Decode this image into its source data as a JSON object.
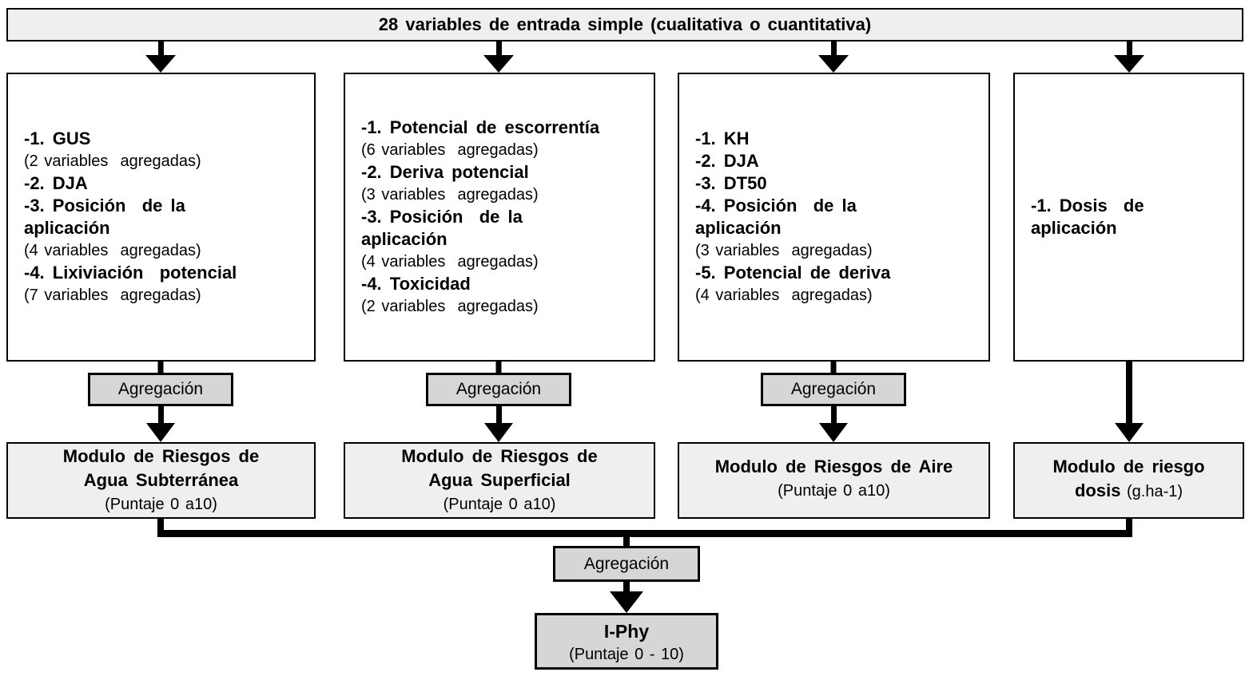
{
  "banner": {
    "text": "28 variables de entrada simple (cualitativa o cuantitativa)"
  },
  "aggregation_label": "Agregación",
  "input_boxes": {
    "groundwater": {
      "lines": [
        "-1. GUS",
        "(2 variables  agregadas)",
        "-2. DJA",
        "-3. Posición  de la",
        "aplicación",
        "(4 variables  agregadas)",
        "-4. Lixiviación  potencial",
        "(7 variables  agregadas)"
      ]
    },
    "surface_water": {
      "lines": [
        "-1. Potencial de escorrentía",
        "(6 variables  agregadas)",
        "-2. Deriva potencial",
        "(3 variables  agregadas)",
        "-3. Posición  de la",
        "aplicación",
        "(4 variables  agregadas)",
        "-4. Toxicidad",
        "(2 variables  agregadas)"
      ]
    },
    "air": {
      "lines": [
        "-1. KH",
        "-2. DJA",
        "-3. DT50",
        "-4. Posición  de la",
        "aplicación",
        "(3 variables  agregadas)",
        "-5. Potencial de deriva",
        "(4 variables  agregadas)"
      ]
    },
    "dose": {
      "lines": [
        "-1. Dosis  de",
        "aplicación"
      ]
    }
  },
  "modules": {
    "groundwater": {
      "line1": "Modulo de Riesgos de",
      "line2": "Agua Subterránea",
      "subtitle": "(Puntaje 0 a10)"
    },
    "surface_water": {
      "line1": "Modulo de Riesgos de",
      "line2": "Agua Superficial",
      "subtitle": "(Puntaje 0 a10)"
    },
    "air": {
      "line1": "Modulo de Riesgos de Aire",
      "subtitle": "(Puntaje 0 a10)"
    },
    "dose": {
      "line1": "Modulo de riesgo",
      "line2_bold": "dosis",
      "line2_tail": " (g.ha-1)"
    }
  },
  "result": {
    "title": "I-Phy",
    "subtitle": "(Puntaje 0 - 10)"
  },
  "colors": {
    "line": "#000000",
    "banner_bg": "#efefef",
    "input_box_bg": "#ffffff",
    "module_bg": "#efefef",
    "aggregation_bg": "#d6d6d6",
    "result_bg": "#d6d6d6"
  }
}
